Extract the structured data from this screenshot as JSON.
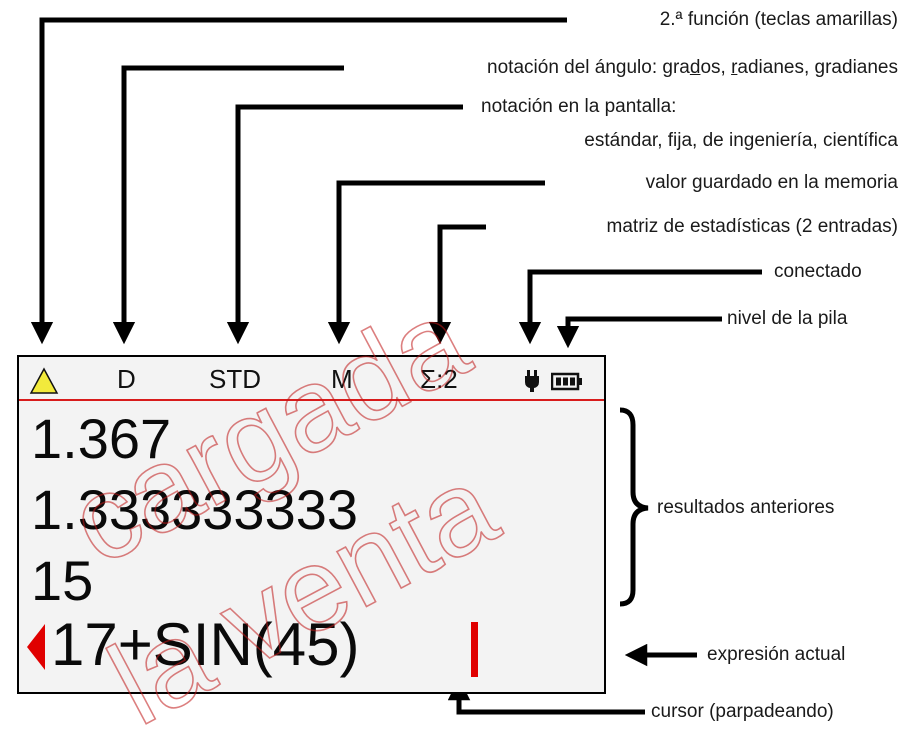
{
  "labels": {
    "second_function": "2.ª función (teclas amarillas)",
    "angle_prefix": "notación del ángulo: gra",
    "angle_d": "d",
    "angle_mid1": "os, ",
    "angle_r": "r",
    "angle_mid2": "adianes, ",
    "angle_g": "g",
    "angle_end": "radianes",
    "display_line1": "notación en la pantalla:",
    "display_line2": "estándar, fija, de ingeniería, científica",
    "memory": "valor guardado en la memoria",
    "stats": "matriz de estadísticas (2 entradas)",
    "connected": "conectado",
    "battery": "nivel de la pila",
    "previous_results": "resultados anteriores",
    "current_expression": "expresión actual",
    "cursor": "cursor (parpadeando)"
  },
  "screen": {
    "status": {
      "angle": "D",
      "notation": "STD",
      "memory": "M",
      "stats": "Σ:2"
    },
    "history": [
      "1.367",
      "1.333333333",
      "15"
    ],
    "current": "17+SIN(45)"
  },
  "watermark": {
    "line1": "cargada",
    "line2": "la venta"
  },
  "colors": {
    "accent_red": "#e00000",
    "warning_yellow": "#f2ea3c",
    "screen_bg": "#f3f3f3"
  },
  "icons": [
    "warning-triangle-icon",
    "plug-icon",
    "battery-icon",
    "left-arrow-icon"
  ]
}
